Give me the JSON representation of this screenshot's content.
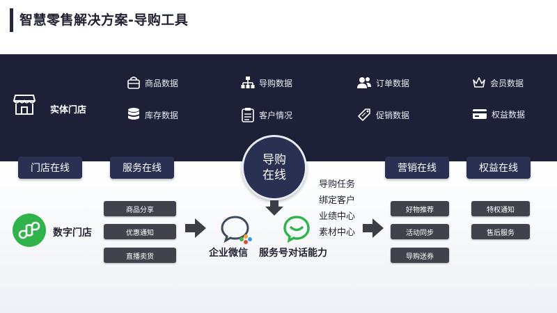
{
  "title": "智慧零售解决方案-导购工具",
  "store": {
    "label": "实体门店"
  },
  "data_items": [
    {
      "label": "商品数据",
      "icon": "bag-icon"
    },
    {
      "label": "导购数据",
      "icon": "org-chart-icon"
    },
    {
      "label": "订单数据",
      "icon": "users-icon"
    },
    {
      "label": "会员数据",
      "icon": "crown-icon"
    },
    {
      "label": "库存数据",
      "icon": "database-icon"
    },
    {
      "label": "客户情况",
      "icon": "clipboard-icon"
    },
    {
      "label": "促销数据",
      "icon": "tag-icon"
    },
    {
      "label": "权益数据",
      "icon": "card-icon"
    }
  ],
  "sections": {
    "store_online": "门店在线",
    "service_online": "服务在线",
    "guide_online_line1": "导购",
    "guide_online_line2": "在线",
    "marketing_online": "营销在线",
    "rights_online": "权益在线"
  },
  "service_buttons": [
    "商品分享",
    "优惠通知",
    "直播卖货"
  ],
  "marketing_buttons": [
    "好物推荐",
    "活动同步",
    "导购送券"
  ],
  "rights_buttons": [
    "特权通知",
    "售后服务"
  ],
  "guide_tasks": [
    "导购任务",
    "绑定客户",
    "业绩中心",
    "素材中心"
  ],
  "digital_store": "数字门店",
  "wecom": "企业微信",
  "service_dialog": "服务号对话能力",
  "colors": {
    "navy": "#1d2036",
    "pill": "#2a3052",
    "gray_btn": "#40434c",
    "green": "#2fb34a"
  }
}
